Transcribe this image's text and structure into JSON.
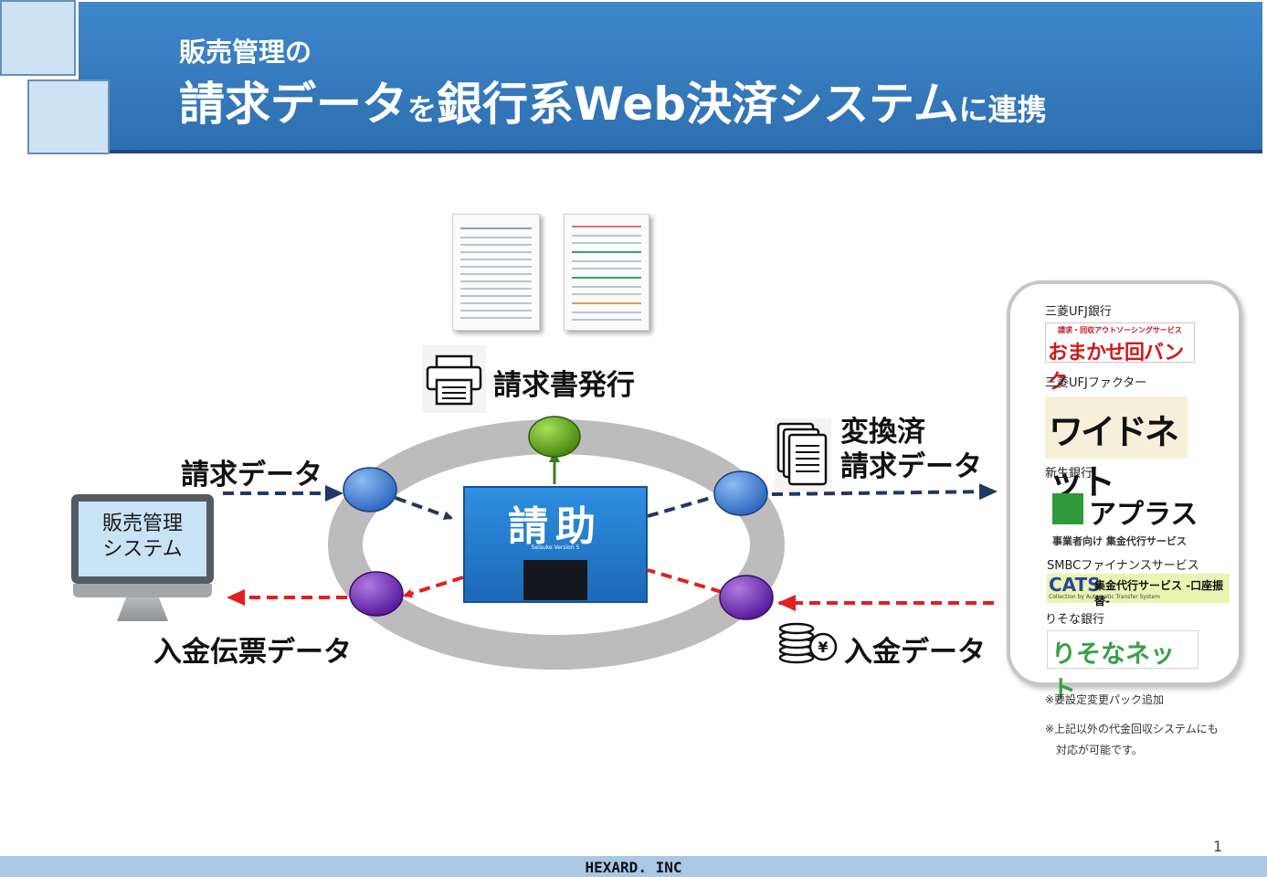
{
  "header": {
    "subtitle": "販売管理の",
    "title_part1": "請求データ",
    "title_part2": "を",
    "title_part3": "銀行系Web決済システム",
    "title_part4": "に連携"
  },
  "diagram": {
    "invoice_issue_label": "請求書発行",
    "billing_data_label": "請求データ",
    "converted_label_line1": "変換済",
    "converted_label_line2": "請求データ",
    "payment_voucher_label": "入金伝票データ",
    "payment_data_label": "入金データ",
    "sales_system_line1": "販売管理",
    "sales_system_line2": "システム",
    "center_title": "請助",
    "center_subtitle": "Seisuke Version 5"
  },
  "banks": {
    "bank1_name": "三菱UFJ銀行",
    "bank1_logo_top": "請求・回収アウトソーシングサービス",
    "bank1_logo": "おまかせ回バンク",
    "bank2_name": "三菱UFJファクター",
    "bank2_logo": "ワイドネット",
    "bank3_name": "新生銀行",
    "bank3_logo": "アプラス",
    "bank3_logo_sub": "事業者向け 集金代行サービス",
    "bank4_name": "SMBCファイナンスサービス",
    "bank4_logo_cats": "CATS",
    "bank4_logo_text": "集金代行サービス -口座振替-",
    "bank4_logo_sub": "Collection by Automatic Transfer System",
    "bank5_name": "りそな銀行",
    "bank5_logo": "りそなネット"
  },
  "notes": {
    "note1": "※要設定変更パック追加",
    "note2": "※上記以外の代金回収システムにも",
    "note3": "対応が可能です。"
  },
  "footer": {
    "company": "HEXARD. INC",
    "page_number": "1"
  },
  "colors": {
    "header_blue": "#3a7fc4",
    "ring_gray": "#bcbcbc",
    "node_blue": "#3f7fd6",
    "node_purple": "#6c2ab4",
    "node_green": "#5ea61e",
    "arrow_navy": "#1f3864",
    "arrow_red": "#e02020"
  }
}
